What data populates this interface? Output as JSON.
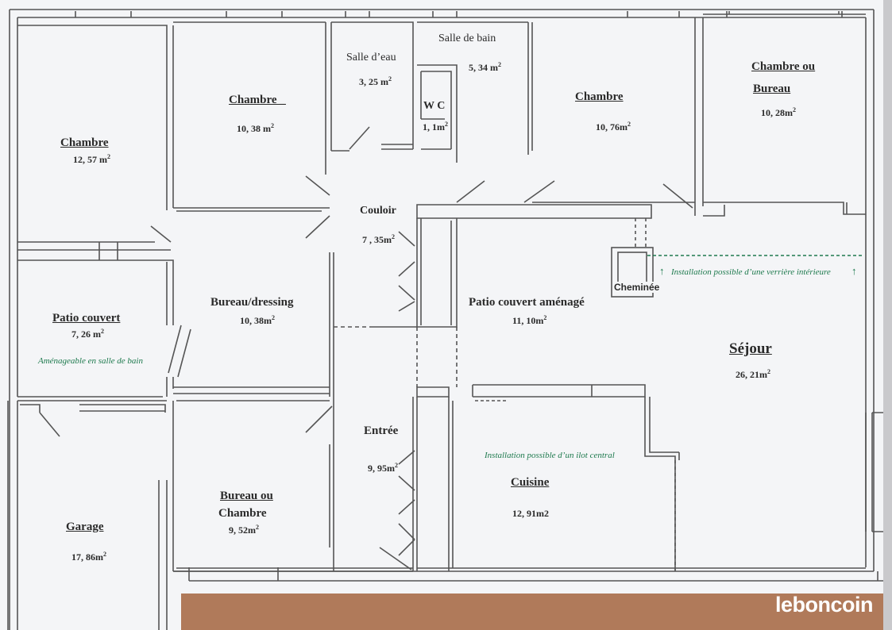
{
  "colors": {
    "paper": "#f4f5f7",
    "wall": "#555555",
    "note_green": "#1e7a4e",
    "table_wood": "#b07a5a",
    "brand_text": "#ffffff"
  },
  "rooms": {
    "chambre_1": {
      "name": "Chambre",
      "area": "12, 57 m",
      "unit_sup": "2"
    },
    "chambre_2": {
      "name": "Chambre _",
      "area": "10, 38 m",
      "unit_sup": "2"
    },
    "salle_eau": {
      "name": "Salle d’eau",
      "area": "3, 25 m",
      "unit_sup": "2"
    },
    "salle_bain": {
      "name": "Salle de bain",
      "area": "5, 34 m",
      "unit_sup": "2"
    },
    "wc": {
      "name": "W C",
      "area": "1, 1m",
      "unit_sup": "2"
    },
    "chambre_3": {
      "name": "Chambre",
      "area": "10, 76m",
      "unit_sup": "2"
    },
    "chambre_bureau": {
      "name_line1": "Chambre ou",
      "name_line2": "Bureau",
      "area": "10, 28m",
      "unit_sup": "2"
    },
    "couloir": {
      "name": "Couloir",
      "area": "7 , 35m",
      "unit_sup": "2"
    },
    "patio_couvert": {
      "name": "Patio couvert",
      "area": "7, 26 m",
      "unit_sup": "2",
      "note": "Aménageable en salle de bain"
    },
    "bureau_dressing": {
      "name": "Bureau/dressing",
      "area": "10, 38m",
      "unit_sup": "2"
    },
    "patio_amenage": {
      "name": "Patio couvert aménagé",
      "area": "11, 10m",
      "unit_sup": "2"
    },
    "cheminee": {
      "name": "Cheminée"
    },
    "sejour": {
      "name": "Séjour",
      "area": "26, 21m",
      "unit_sup": "2"
    },
    "entree": {
      "name": "Entrée",
      "area": "9, 95m",
      "unit_sup": "2"
    },
    "cuisine": {
      "name": "Cuisine",
      "area": "12, 91m2"
    },
    "bureau_chambre": {
      "name_line1": "Bureau ou",
      "name_line2": "Chambre",
      "area": "9, 52m",
      "unit_sup": "2"
    },
    "garage": {
      "name": "Garage",
      "area": "17, 86m",
      "unit_sup": "2"
    }
  },
  "notes": {
    "verriere": "Installation possible d’une verrière intérieure",
    "arrow": "↑",
    "ilot": "Installation possible d’un ilot central"
  },
  "brand": "leboncoin"
}
